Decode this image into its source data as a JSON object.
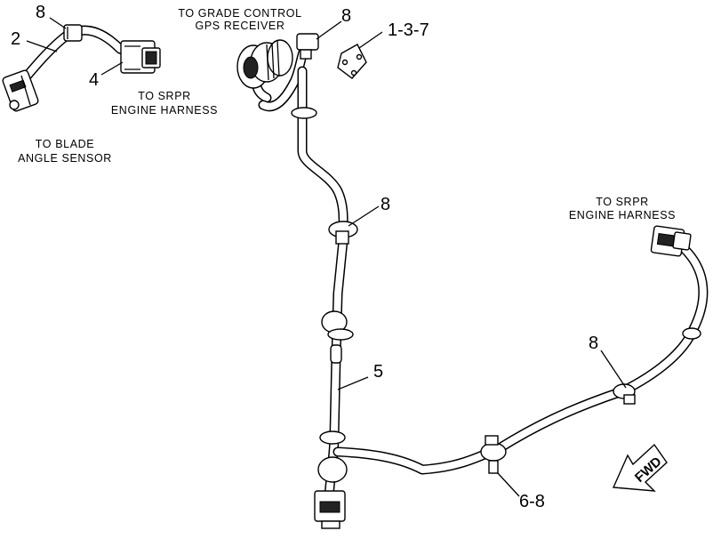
{
  "callouts": {
    "c8_top_left": "8",
    "c2": "2",
    "c4": "4",
    "c8_top_mid": "8",
    "c137": "1-3-7",
    "c8_mid": "8",
    "c5": "5",
    "c8_right": "8",
    "c68": "6-8"
  },
  "labels": {
    "grade_control_1": "TO GRADE CONTROL",
    "grade_control_2": "GPS RECEIVER",
    "srpr_left_1": "TO SRPR",
    "srpr_left_2": "ENGINE HARNESS",
    "blade_1": "TO BLADE",
    "blade_2": "ANGLE SENSOR",
    "srpr_right_1": "TO SRPR",
    "srpr_right_2": "ENGINE HARNESS"
  },
  "arrow_text": "FWD"
}
